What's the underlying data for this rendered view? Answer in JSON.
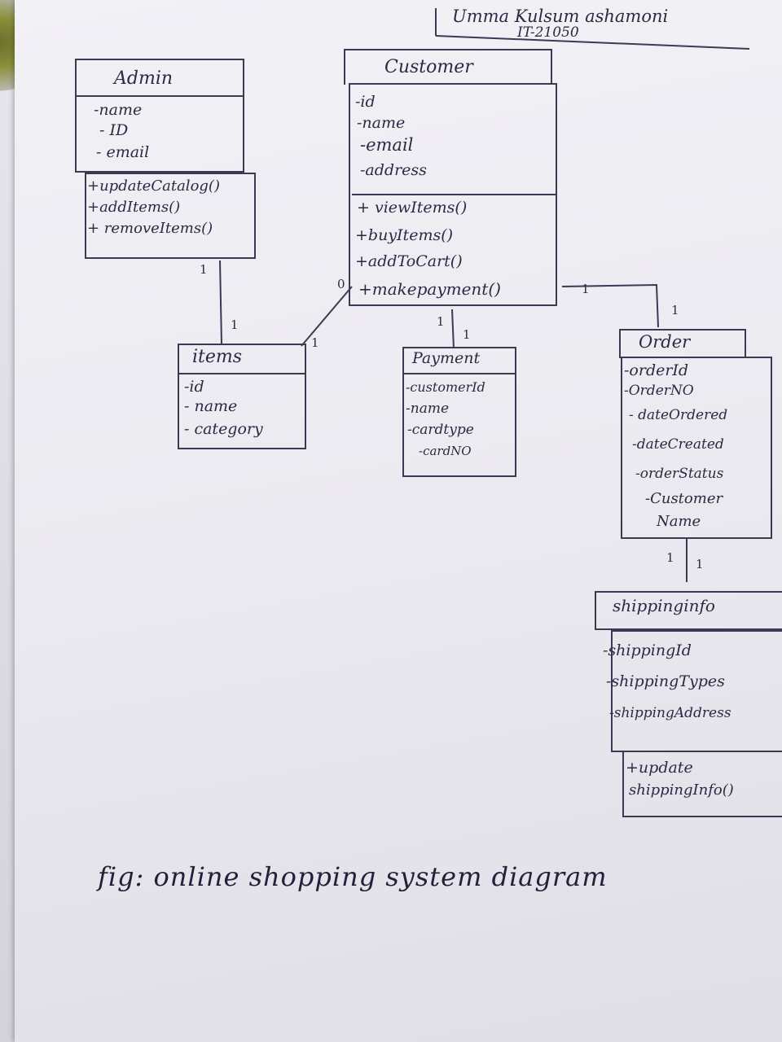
{
  "author": {
    "name": "Umma Kulsum ashamoni",
    "id": "IT-21050"
  },
  "caption": "fig: online shopping system diagram",
  "classes": {
    "admin": {
      "name": "Admin",
      "attributes": [
        "-name",
        "- ID",
        "- email"
      ],
      "methods": [
        "+updateCatalog()",
        "+addItems()",
        "+ removeItems()"
      ]
    },
    "customer": {
      "name": "Customer",
      "attributes": [
        "-id",
        "-name",
        "-email",
        "-address"
      ],
      "methods": [
        "+ viewItems()",
        "+buyItems()",
        "+addToCart()",
        "+makepayment()"
      ]
    },
    "items": {
      "name": "items",
      "attributes": [
        "-id",
        "- name",
        "- category"
      ]
    },
    "payment": {
      "name": "Payment",
      "attributes": [
        "-customerId",
        "-name",
        "-cardtype",
        "-cardNO"
      ]
    },
    "order": {
      "name": "Order",
      "attributes": [
        "-orderId",
        "-OrderNO",
        "- dateOrdered",
        "-dateCreated",
        "-orderStatus",
        "-Customer",
        "Name"
      ]
    },
    "shipping": {
      "name": "shippinginfo",
      "attributes": [
        "-shippingId",
        "-shippingTypes",
        "-shippingAddress"
      ],
      "methods": [
        "+update",
        "shippingInfo()"
      ]
    }
  },
  "relations": {
    "admin_items": [
      "1",
      "1"
    ],
    "customer_items": [
      "0",
      "1"
    ],
    "customer_payment": [
      "1",
      "1"
    ],
    "customer_order": [
      "1",
      "1"
    ],
    "order_shipping": [
      "1",
      "1"
    ]
  }
}
